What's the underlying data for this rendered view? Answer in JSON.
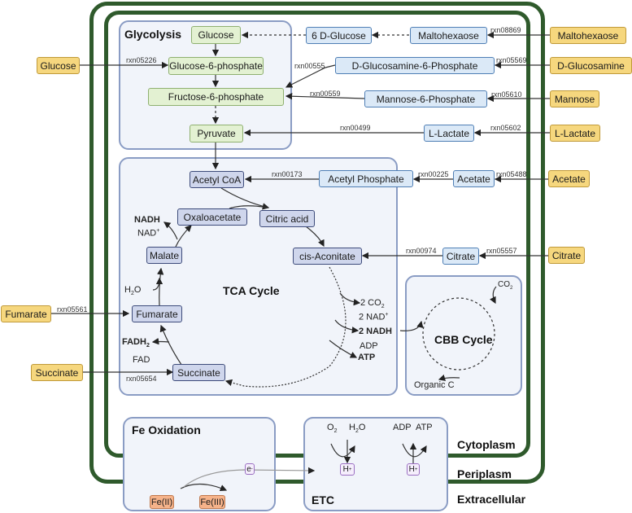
{
  "regions": {
    "cytoplasm": "Cytoplasm",
    "periplasm": "Periplasm",
    "extracellular": "Extracellular"
  },
  "panels": {
    "glycolysis": "Glycolysis",
    "tca": "TCA Cycle",
    "cbb": "CBB Cycle",
    "fe_oxidation": "Fe Oxidation",
    "etc": "ETC"
  },
  "glycolysis_nodes": {
    "glucose": "Glucose",
    "g6p": "Glucose-6-phosphate",
    "f6p": "Fructose-6-phosphate",
    "pyruvate": "Pyruvate"
  },
  "intracellular_nodes": {
    "d_glucose6": "6 D-Glucose",
    "maltohexaose": "Maltohexaose",
    "glucosamine6p": "D-Glucosamine-6-Phosphate",
    "mannose6p": "Mannose-6-Phosphate",
    "l_lactate": "L-Lactate",
    "acetyl_phosphate": "Acetyl Phosphate",
    "acetate": "Acetate",
    "citrate": "Citrate"
  },
  "external_nodes": {
    "maltohexaose": "Maltohexaose",
    "d_glucosamine": "D-Glucosamine",
    "mannose": "Mannose",
    "l_lactate": "L-Lactate",
    "acetate": "Acetate",
    "citrate": "Citrate",
    "glucose": "Glucose",
    "fumarate": "Fumarate",
    "succinate": "Succinate"
  },
  "tca_nodes": {
    "acetyl_coa": "Acetyl CoA",
    "citric_acid": "Citric acid",
    "oxaloacetate": "Oxaloacetate",
    "cis_aconitate": "cis-Aconitate",
    "malate": "Malate",
    "fumarate": "Fumarate",
    "succinate": "Succinate"
  },
  "reactions": {
    "r08869": "rxn08869",
    "r05569": "rxn05569",
    "r00555": "rxn00555",
    "r00559": "rxn00559",
    "r05610": "rxn05610",
    "r00499": "rxn00499",
    "r05602": "rxn05602",
    "r05226": "rxn05226",
    "r00173": "rxn00173",
    "r00225": "rxn00225",
    "r05488": "rxn05488",
    "r00974": "rxn00974",
    "r05557": "rxn05557",
    "r05561": "rxn05561",
    "r05654": "rxn05654"
  },
  "cofactors": {
    "nadh": "NADH",
    "nad": "NAD",
    "h2o": "H",
    "fadh2": "FADH",
    "fad": "FAD",
    "co2_2": "2 CO",
    "nad_2": "2 NAD",
    "nadh_2": "2 NADH",
    "adp": "ADP",
    "atp": "ATP",
    "cbb_co2": "CO",
    "organic_c": "Organic C",
    "etc_o2": "O",
    "etc_h2o": "H",
    "etc_adp": "ADP",
    "etc_atp": "ATP",
    "h_plus": "H",
    "electron": "e",
    "fe2": "Fe(II)",
    "fe3": "Fe(III)"
  },
  "colors": {
    "membrane": "#2f5a2c",
    "panel_border": "#8a9cc4",
    "panel_fill": "#f1f4fa",
    "external_fill": "#f6d77e",
    "intracellular_fill": "#dbe9f7",
    "glycolysis_fill": "#e3f1d2",
    "tca_fill": "#cfd6ec",
    "iron_fill": "#f6b38a",
    "ion_fill": "#f5eefc"
  }
}
